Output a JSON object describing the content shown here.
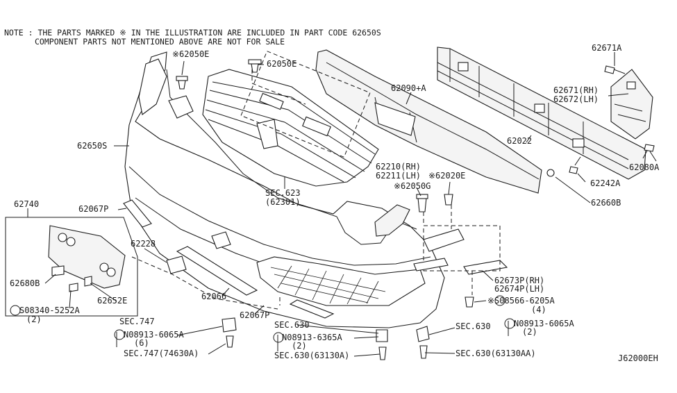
{
  "note": {
    "line1": "NOTE : THE PARTS MARKED ※ IN THE ILLUSTRATION ARE INCLUDED IN PART CODE 62650S",
    "line2": "COMPONENT PARTS NOT MENTIONED ABOVE ARE NOT FOR SALE"
  },
  "diagram_id": "J62000EH",
  "labels": {
    "p62050E_a": "※62050E",
    "p62050E_b": "62050E",
    "p62090A": "62090+A",
    "p62671A": "62671A",
    "p62671RH": "62671(RH)",
    "p62672LH": "62672(LH)",
    "p62022": "62022",
    "p62080A": "62080A",
    "p62650S": "62650S",
    "p62210RH": "62210(RH)",
    "p62211LH": "62211(LH)",
    "p62020E": "※62020E",
    "p62242A": "62242A",
    "p62050G": "※62050G",
    "sec623": "SEC.623",
    "sec623b": "(62301)",
    "p62740": "62740",
    "p62067P_a": "62067P",
    "p62660B": "62660B",
    "p62228": "62228",
    "p62680B": "62680B",
    "p62652E": "62652E",
    "p62673P": "62673P(RH)",
    "p62674P": "62674P(LH)",
    "p08566": "※S08566-6205A",
    "p08566b": "(4)",
    "p08340": "S08340-5252A",
    "p08340b": "(2)",
    "p62066": "62066",
    "p62067P_b": "62067P",
    "sec747": "SEC.747",
    "sec630_a": "SEC.630",
    "sec630_b": "SEC.630",
    "n08913_a": "N08913-6065A",
    "n08913_ab": "(6)",
    "n08913_b": "N08913-6365A",
    "n08913_bb": "(2)",
    "n08913_c": "N08913-6065A",
    "n08913_cb": "(2)",
    "sec747_74630A": "SEC.747(74630A)",
    "sec630_63130A": "SEC.630(63130A)",
    "sec630_63130AA": "SEC.630(63130AA)"
  }
}
